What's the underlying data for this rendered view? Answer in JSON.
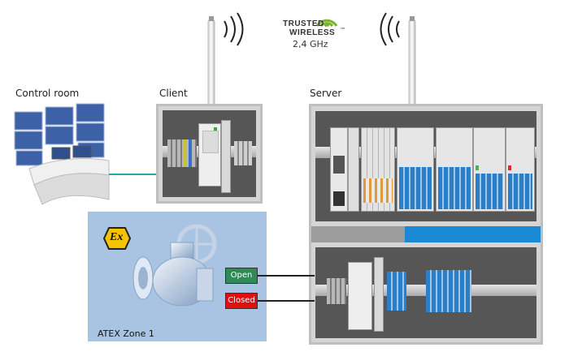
{
  "labels": {
    "control_room": "Control room",
    "client": "Client",
    "server": "Server",
    "zone": "ATEX Zone 1"
  },
  "wireless": {
    "brand_line1": "TRUSTED",
    "brand_line2": "WIRELESS",
    "trademark": "™",
    "frequency": "2,4 GHz"
  },
  "buttons": {
    "open": "Open",
    "closed": "Closed"
  },
  "ex_symbol": "Ex",
  "colors": {
    "open": "#2e8b57",
    "closed": "#e01010",
    "link": "#2aa6a6",
    "zone": "#a9c4e2",
    "accent_blue": "#1a8ad4"
  }
}
